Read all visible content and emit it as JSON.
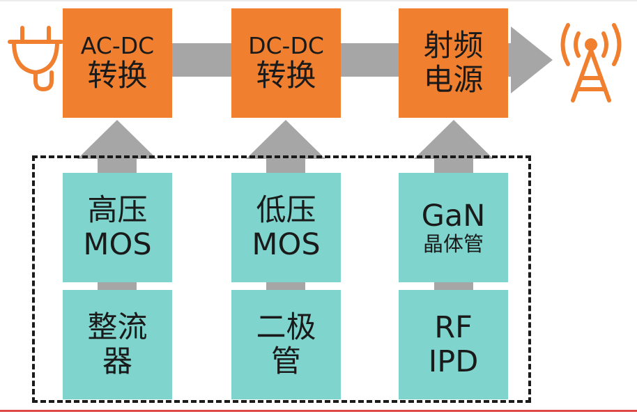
{
  "colors": {
    "orange": "#f07f2f",
    "teal": "#7fd5cd",
    "arrow": "#a6a6a6",
    "border": "#1a1a1a",
    "accent_line": "#e04848"
  },
  "icons": {
    "left": "power-plug-icon",
    "right": "radio-tower-icon"
  },
  "stages": [
    {
      "line1": "AC-DC",
      "line2": "转换"
    },
    {
      "line1": "DC-DC",
      "line2": "转换"
    },
    {
      "line1": "射频",
      "line2": "电源"
    }
  ],
  "components": [
    {
      "upper": {
        "line1": "高压",
        "line2": "MOS"
      },
      "lower": {
        "line1": "整流",
        "line2": "器"
      }
    },
    {
      "upper": {
        "line1": "低压",
        "line2": "MOS"
      },
      "lower": {
        "line1": "二极",
        "line2": "管"
      }
    },
    {
      "upper": {
        "line1": "GaN",
        "line2": "晶体管"
      },
      "lower": {
        "line1": "RF",
        "line2": "IPD"
      }
    }
  ]
}
